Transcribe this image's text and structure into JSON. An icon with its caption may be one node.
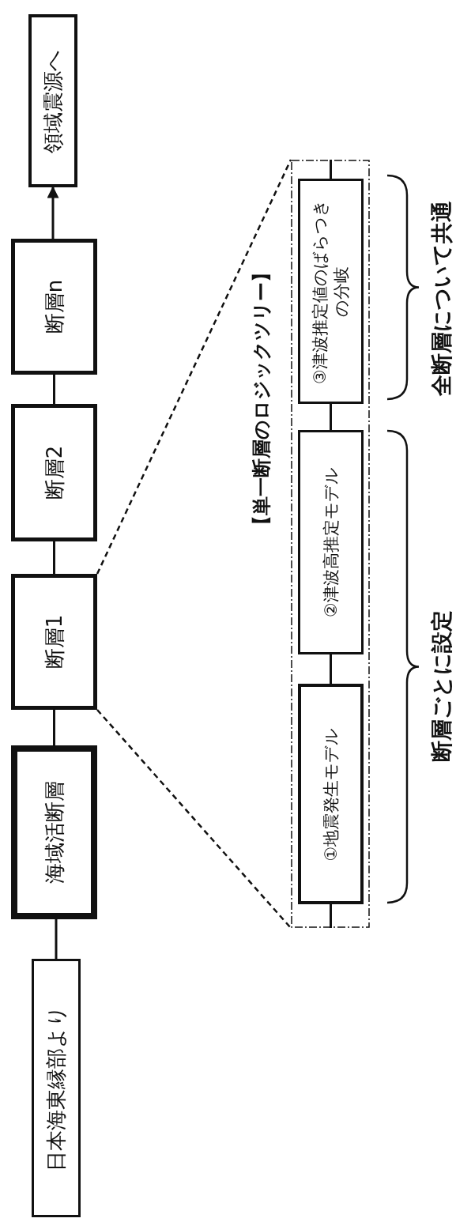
{
  "diagram": {
    "nodes": [
      {
        "text": [
          "日本海東縁部より"
        ]
      },
      {
        "text": [
          "海域活断層"
        ]
      },
      {
        "text": [
          "断層1"
        ]
      },
      {
        "text": [
          "断層2"
        ]
      },
      {
        "text": [
          "断層n"
        ]
      },
      {
        "text": [
          "領域震源へ"
        ]
      },
      {
        "text": [
          "【単一断層のロジックツリー】"
        ]
      },
      {
        "text": [
          "①地震発生モデル"
        ],
        "in": 6
      },
      {
        "text": [
          "②津波高推定モデル"
        ],
        "in": 6
      },
      {
        "text": [
          "③津波推定値のばらつきの分岐"
        ],
        "in": 6
      }
    ],
    "edges": [
      {
        "from": 0,
        "to": 1,
        "arrow": "none"
      },
      {
        "from": 1,
        "to": 2,
        "arrow": "none"
      },
      {
        "from": 2,
        "to": 3,
        "arrow": "none"
      },
      {
        "from": 3,
        "to": 4,
        "arrow": "none"
      },
      {
        "from": 4,
        "to": 5,
        "arrow": "to"
      },
      {
        "from": 2,
        "to": 6,
        "arrow": "none",
        "style": "dashed"
      },
      {
        "from": 2,
        "to": 6,
        "arrow": "none",
        "style": "dashed"
      },
      {
        "from": 6,
        "to": 7,
        "arrow": "none"
      },
      {
        "from": 7,
        "to": 8,
        "arrow": "none"
      },
      {
        "from": 8,
        "to": 9,
        "arrow": "none"
      },
      {
        "from": 9,
        "to": 6,
        "arrow": "none"
      }
    ],
    "labels": [
      "断層ごとに設定",
      "全断層について共通"
    ]
  }
}
